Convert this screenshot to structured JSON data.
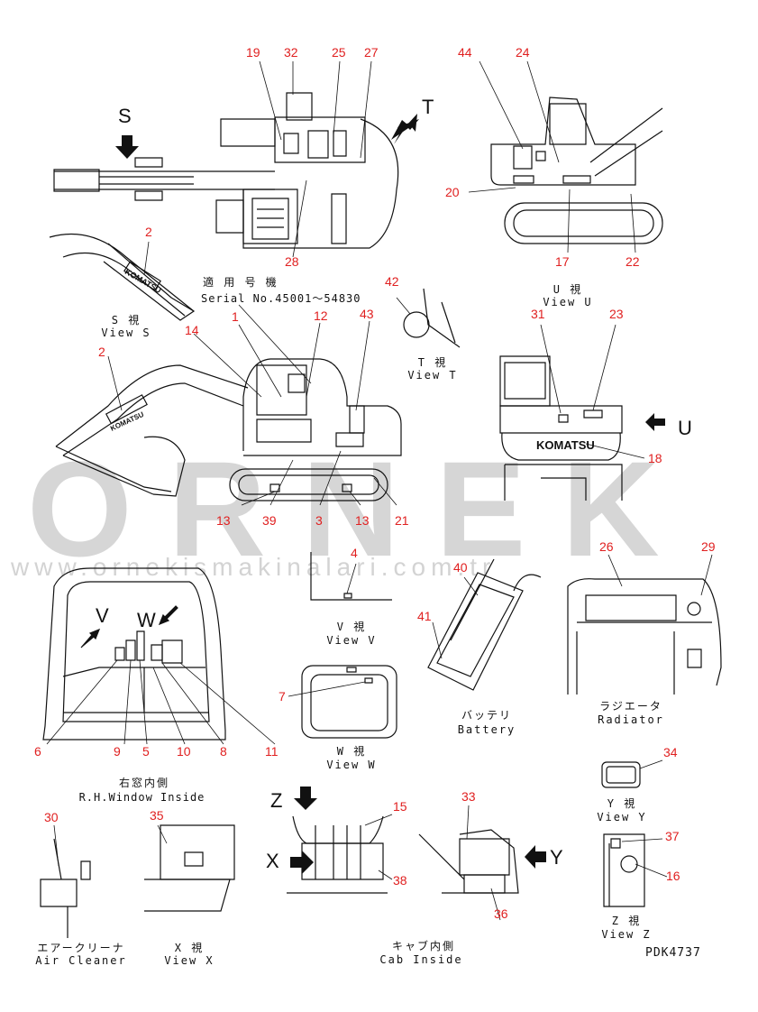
{
  "watermark": {
    "big": "ORNEK",
    "url": "www.ornekismakinalari.com.tr"
  },
  "view_letters": {
    "S": "S",
    "T": "T",
    "U": "U",
    "V": "V",
    "W": "W",
    "X": "X",
    "Y": "Y",
    "Z": "Z"
  },
  "serial": {
    "jp": "適 用 号 機",
    "en": "Serial No.45001～54830"
  },
  "captions": {
    "view_s_jp": "S 視",
    "view_s_en": "View S",
    "view_t_jp": "T 視",
    "view_t_en": "View T",
    "view_u_jp": "U 視",
    "view_u_en": "View U",
    "view_v_jp": "V 視",
    "view_v_en": "View V",
    "view_w_jp": "W 視",
    "view_w_en": "View W",
    "battery_jp": "バッテリ",
    "battery_en": "Battery",
    "radiator_jp": "ラジエータ",
    "radiator_en": "Radiator",
    "window_jp": "右窓内側",
    "window_en": "R.H.Window Inside",
    "view_y_jp": "Y 視",
    "view_y_en": "View Y",
    "air_jp": "エアークリーナ",
    "air_en": "Air Cleaner",
    "view_x_jp": "X 視",
    "view_x_en": "View X",
    "cab_jp": "キャブ内側",
    "cab_en": "Cab Inside",
    "view_z_jp": "Z 視",
    "view_z_en": "View Z"
  },
  "drawing_code": "PDK4737",
  "brand": "KOMATSU",
  "callouts": {
    "n19": "19",
    "n32": "32",
    "n25": "25",
    "n27": "27",
    "n28": "28",
    "n44": "44",
    "n24": "24",
    "n20": "20",
    "n17": "17",
    "n22": "22",
    "n2a": "2",
    "n2b": "2",
    "n1": "1",
    "n12": "12",
    "n14": "14",
    "n43": "43",
    "n42": "42",
    "n31": "31",
    "n23": "23",
    "n18": "18",
    "n13a": "13",
    "n39": "39",
    "n3": "3",
    "n13b": "13",
    "n21": "21",
    "n4": "4",
    "n40": "40",
    "n41": "41",
    "n26": "26",
    "n29": "29",
    "n7": "7",
    "n6": "6",
    "n9": "9",
    "n5": "5",
    "n10": "10",
    "n8": "8",
    "n11": "11",
    "n34": "34",
    "n30": "30",
    "n35": "35",
    "n15": "15",
    "n33": "33",
    "n38": "38",
    "n36": "36",
    "n37": "37",
    "n16": "16"
  }
}
